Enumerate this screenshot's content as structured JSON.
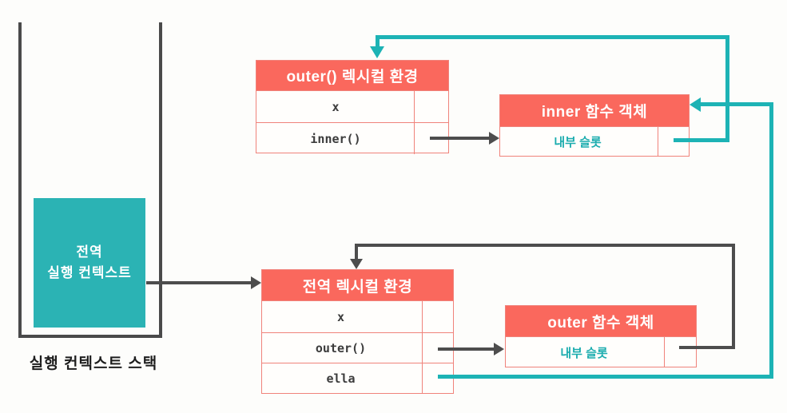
{
  "colors": {
    "accent_red": "#fa685d",
    "red_border": "#f0837b",
    "teal": "#1db3b5",
    "teal_box": "#2bb3b4",
    "dark_arrow": "#4d4d4d",
    "background": "#fdfdfb"
  },
  "stack": {
    "label": "실행 컨텍스트 스택",
    "context_box": {
      "line1": "전역",
      "line2": "실행 컨텍스트"
    }
  },
  "tables": {
    "outer_lexical": {
      "title": "outer() 렉시컬 환경",
      "rows": [
        "x",
        "inner()"
      ]
    },
    "global_lexical": {
      "title": "전역 렉시컬 환경",
      "rows": [
        "x",
        "outer()",
        "ella"
      ]
    },
    "inner_function": {
      "title": "inner 함수 객체",
      "rows": [
        "내부 슬롯"
      ]
    },
    "outer_function": {
      "title": "outer 함수 객체",
      "rows": [
        "내부 슬롯"
      ]
    }
  }
}
